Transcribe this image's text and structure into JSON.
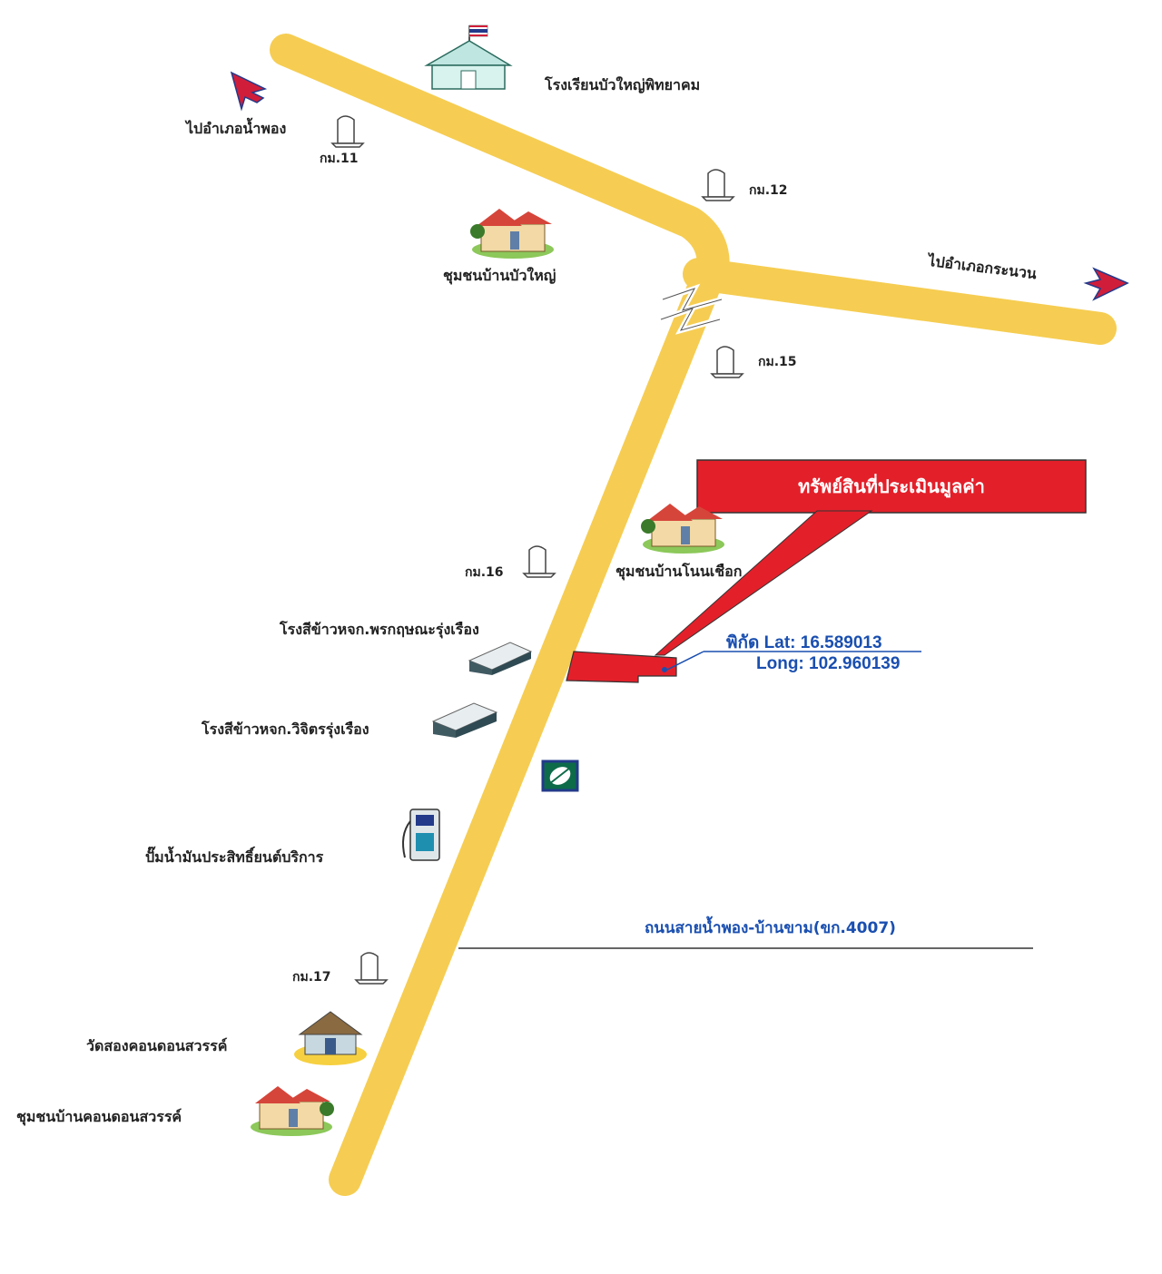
{
  "title_box": "ทรัพย์สินที่ประเมินมูลค่า",
  "coordinates": {
    "lat_label": "พิกัด Lat: 16.589013",
    "long_label": "Long: 102.960139"
  },
  "road_name": "ถนนสายน้ำพอง-บ้านขาม(ขก.4007)",
  "directions": {
    "northwest": "ไปอำเภอน้ำพอง",
    "east": "ไปอำเภอกระนวน"
  },
  "km_markers": [
    "กม.11",
    "กม.12",
    "กม.15",
    "กม.16",
    "กม.17"
  ],
  "landmarks": {
    "school": "โรงเรียนบัวใหญ่พิทยาคม",
    "community_buayai": "ชุมชนบ้านบัวใหญ่",
    "community_nonchueak": "ชุมชนบ้านโนนเชือก",
    "rice_mill_1": "โรงสีข้าวหจก.พรกฤษณะรุ่งเรือง",
    "rice_mill_2": "โรงสีข้าวหจก.วิจิตรรุ่งเรือง",
    "gas_station": "ปั๊มน้ำมันประสิทธิ์ยนต์บริการ",
    "temple": "วัดสองคอนดอนสวรรค์",
    "community_dondon": "ชุมชนบ้านคอนดอนสวรรค์"
  },
  "colors": {
    "road": "#f6cd52",
    "property": "#e3202a",
    "text_blue": "#1a4fb0",
    "arrow": "#d01e3a"
  }
}
